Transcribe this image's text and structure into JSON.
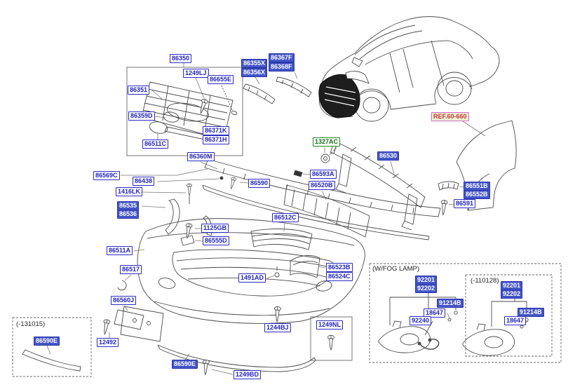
{
  "diagram_type": "exploded-parts-diagram-front-bumper",
  "parts": {
    "86350": "86350",
    "1249LJ": "1249LJ",
    "86655E": "86655E",
    "86351": "86351",
    "86359D": "86359D",
    "86371K": "86371K",
    "86371H": "86371H",
    "86511C": "86511C",
    "86355X": "86355X",
    "86356X": "86356X",
    "86367F": "86367F",
    "86368F": "86368F",
    "86360M": "86360M",
    "86569C": "86569C",
    "86438": "86438",
    "1416LK": "1416LK",
    "86535": "86535",
    "86536": "86536",
    "86590": "86590",
    "1327AC": "1327AC",
    "86593A": "86593A",
    "86520B": "86520B",
    "86530": "86530",
    "86551B": "86551B",
    "86552B": "86552B",
    "86591": "86591",
    "86512C": "86512C",
    "1125GB": "1125GB",
    "86555D": "86555D",
    "86511A": "86511A",
    "86517": "86517",
    "86560J": "86560J",
    "1491AD": "1491AD",
    "86523B": "86523B",
    "86524C": "86524C",
    "1244BJ": "1244BJ",
    "1249NL": "1249NL",
    "1249BD": "1249BD",
    "86590E": "86590E",
    "12492": "12492",
    "92201": "92201",
    "92202": "92202",
    "91214B": "91214B",
    "18647": "18647",
    "92240": "92240"
  },
  "ref_label": "REF.60-660",
  "captions": {
    "variant_131015": "(-131015)",
    "fog_lamp": "(W/FOG LAMP)",
    "variant_110128": "(-110128)"
  },
  "highlighted_parts": [
    "86355X",
    "86356X",
    "86367F",
    "86368F",
    "86535",
    "86536",
    "86530",
    "86551B",
    "86552B",
    "86590E",
    "92201",
    "92202",
    "91214B"
  ],
  "colors": {
    "label_text": "#2424be",
    "label_border": "#2b2bc4",
    "highlight_bg": "#4355c8",
    "highlight_text": "#ffffff",
    "green_label": "#1f8a1f",
    "ref_text": "#d23535",
    "ref_bg": "#e6f3d2",
    "ref_border": "#d966cc",
    "line_art": "#4a4a4a"
  }
}
